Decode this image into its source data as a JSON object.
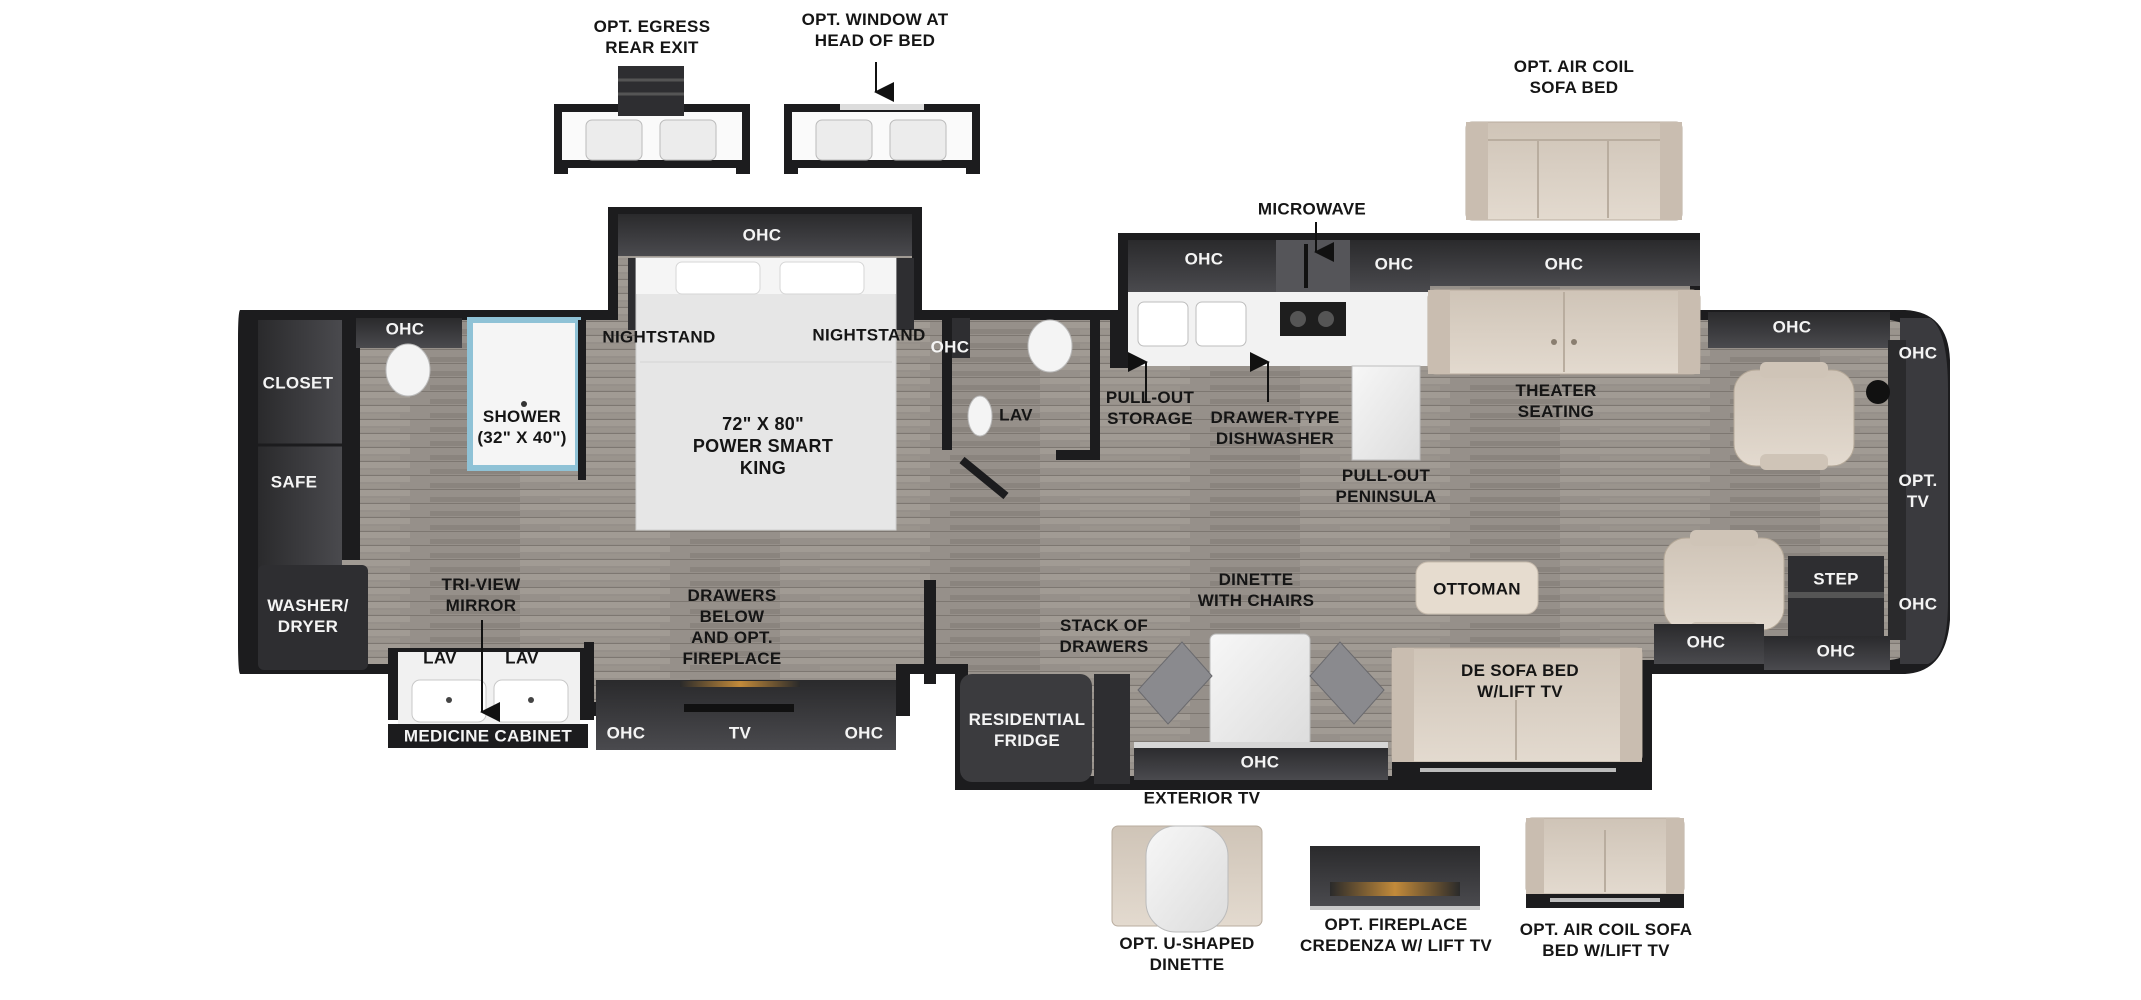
{
  "colors": {
    "wall": "#1c1c1e",
    "cabinet": "#3a3a3d",
    "floor_a": "#8f8a85",
    "floor_b": "#a39e98",
    "upholstery": "#d9cfc3",
    "upholstery_shade": "#c4b8aa",
    "bedding": "#ececec",
    "counter": "#f2f2f2"
  },
  "options": {
    "egress": "OPT. EGRESS\nREAR EXIT",
    "window_bed": "OPT. WINDOW AT\nHEAD OF BED",
    "air_coil_sofa": "OPT. AIR COIL\nSOFA BED",
    "u_dinette": "OPT. U-SHAPED\nDINETTE",
    "fireplace_credenza": "OPT. FIREPLACE\nCREDENZA W/ LIFT TV",
    "air_coil_sofa_lift": "OPT. AIR COIL SOFA\nBED W/LIFT TV"
  },
  "labels": {
    "ohc": "OHC",
    "microwave": "MICROWAVE",
    "closet": "CLOSET",
    "safe": "SAFE",
    "washer_dryer": "WASHER/\nDRYER",
    "shower": "SHOWER\n(32\" X 40\")",
    "nightstand": "NIGHTSTAND",
    "bed": "72\" X 80\"\nPOWER SMART\nKING",
    "lav": "LAV",
    "pullout_storage": "PULL-OUT\nSTORAGE",
    "dishwasher": "DRAWER-TYPE\nDISHWASHER",
    "peninsula": "PULL-OUT\nPENINSULA",
    "theater": "THEATER\nSEATING",
    "opt_tv": "OPT.\nTV",
    "step": "STEP",
    "ottoman": "OTTOMAN",
    "dinette": "DINETTE\nWITH CHAIRS",
    "stack_drawers": "STACK OF\nDRAWERS",
    "fridge": "RESIDENTIAL\nFRIDGE",
    "de_sofa": "DE SOFA BED\nW/LIFT TV",
    "exterior_tv": "EXTERIOR TV",
    "drawers_fireplace": "DRAWERS\nBELOW\nAND OPT.\nFIREPLACE",
    "mirror": "TRI-VIEW\nMIRROR",
    "medicine": "MEDICINE CABINET",
    "tv": "TV"
  }
}
